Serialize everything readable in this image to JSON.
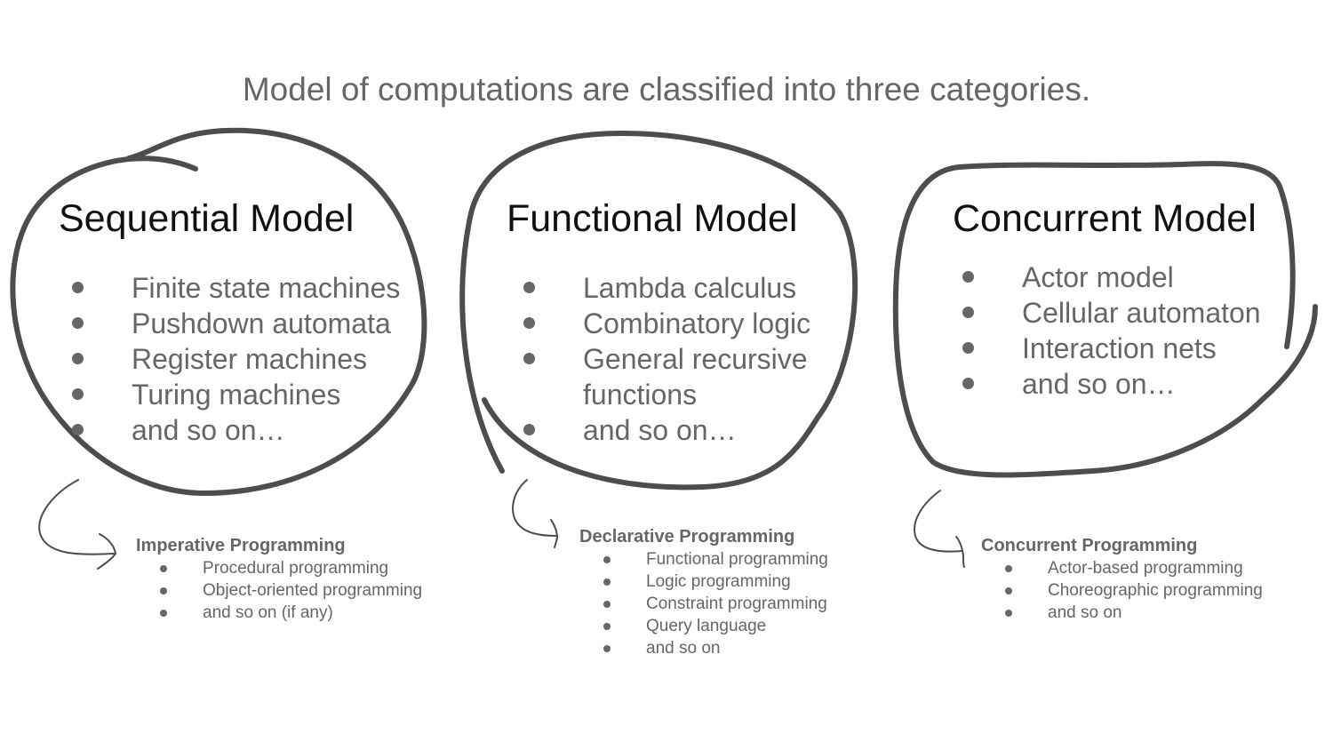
{
  "title": "Model of computations are classified into three categories.",
  "colors": {
    "stroke": "#4d4d4d",
    "text_gray": "#666666",
    "heading": "#111111"
  },
  "models": [
    {
      "name": "Sequential Model",
      "items": [
        "Finite state machines",
        "Pushdown automata",
        "Register machines",
        "Turing machines",
        "and so on…"
      ],
      "programming": {
        "title": "Imperative Programming",
        "items": [
          "Procedural programming",
          "Object-oriented programming",
          "and so on (if any)"
        ]
      }
    },
    {
      "name": "Functional Model",
      "items": [
        "Lambda calculus",
        "Combinatory logic",
        "General recursive functions",
        "and so on…"
      ],
      "programming": {
        "title": "Declarative Programming",
        "items": [
          "Functional programming",
          "Logic programming",
          "Constraint programming",
          "Query language",
          "and so on"
        ]
      }
    },
    {
      "name": "Concurrent Model",
      "items": [
        "Actor model",
        "Cellular automaton",
        "Interaction nets",
        "and so on…"
      ],
      "programming": {
        "title": "Concurrent Programming",
        "items": [
          "Actor-based programming",
          "Choreographic programming",
          "and so on"
        ]
      }
    }
  ]
}
